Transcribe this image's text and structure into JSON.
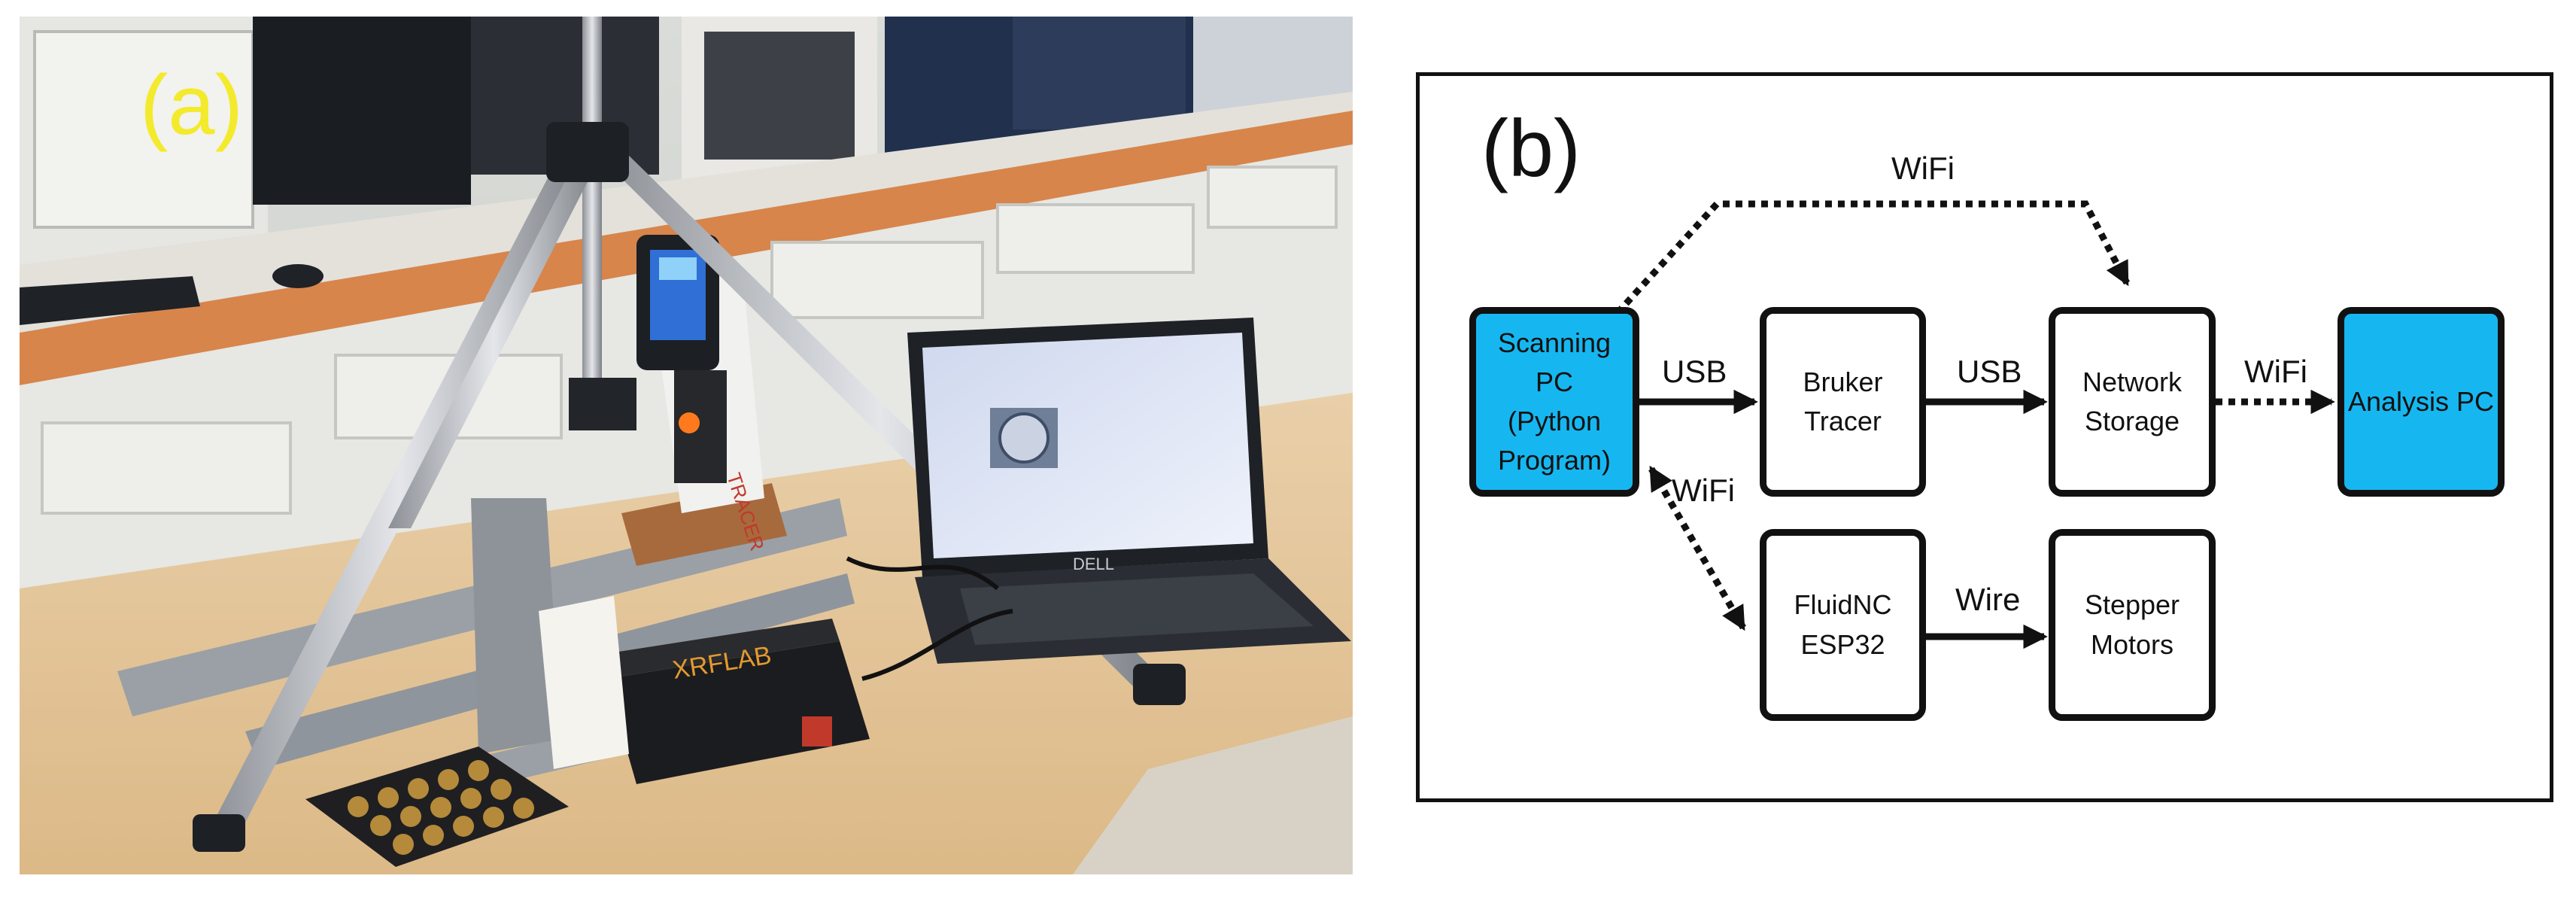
{
  "panel_a": {
    "label": "(a)",
    "device_brand": "TRACER",
    "box_brand": "XRFLAB",
    "laptop_brand": "DELL"
  },
  "panel_b": {
    "label": "(b)",
    "colors": {
      "highlight_node": "#16b7f0",
      "plain_node": "#ffffff",
      "stroke": "#111111"
    },
    "nodes": {
      "scanning_pc": "Scanning PC\n(Python\nProgram)",
      "bruker_tracer": "Bruker\nTracer",
      "network_storage": "Network\nStorage",
      "analysis_pc": "Analysis PC",
      "fluidnc": "FluidNC\nESP32",
      "stepper": "Stepper\nMotors"
    },
    "edges": {
      "wifi_top": "WiFi",
      "usb_1": "USB",
      "usb_2": "USB",
      "wifi_right": "WiFi",
      "wifi_diag": "WiFi",
      "wire": "Wire"
    }
  }
}
